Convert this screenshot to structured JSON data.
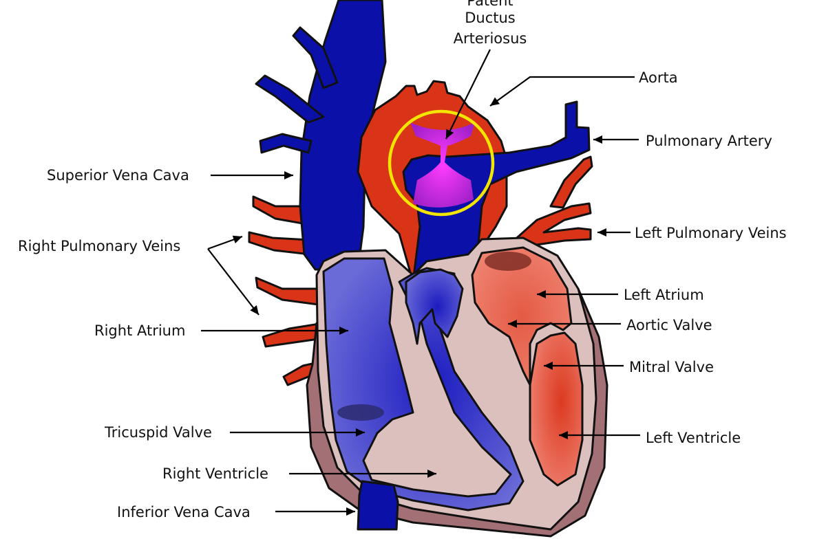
{
  "colors": {
    "oxygenated": "#d93418",
    "deoxygenated": "#0a10a8",
    "pericardium": "#a27075",
    "muscle": "#dcc0bd",
    "highlight_ring": "#f2e600",
    "shunt": "#d62ad6"
  },
  "labels": {
    "pda": [
      "Patent",
      "Ductus",
      "Arteriosus"
    ],
    "aorta": "Aorta",
    "pulmonary_artery": "Pulmonary Artery",
    "superior_vena_cava": "Superior Vena Cava",
    "right_pulmonary_veins": "Right Pulmonary Veins",
    "left_pulmonary_veins": "Left Pulmonary Veins",
    "left_atrium": "Left Atrium",
    "aortic_valve": "Aortic Valve",
    "right_atrium": "Right Atrium",
    "mitral_valve": "Mitral Valve",
    "tricuspid_valve": "Tricuspid Valve",
    "left_ventricle": "Left Ventricle",
    "right_ventricle": "Right Ventricle",
    "inferior_vena_cava": "Inferior Vena Cava"
  }
}
